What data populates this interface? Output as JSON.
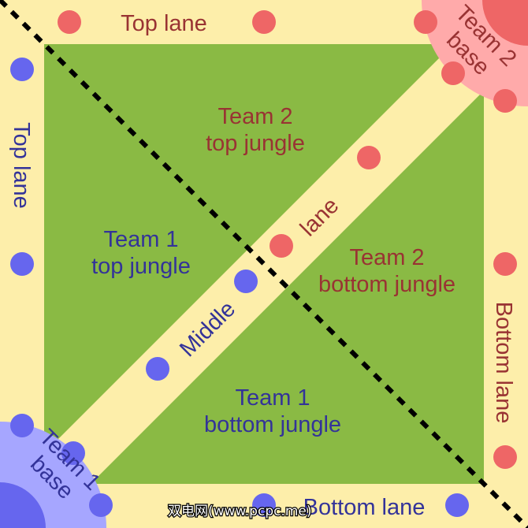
{
  "colors": {
    "lane": "#fdeeaa",
    "jungle": "#8aba44",
    "team1": "#6666ee",
    "team1_base": "#a6a6ff",
    "team2": "#ee6666",
    "team2_base": "#ffaaaa",
    "team1_text": "#333399",
    "team2_text": "#993333"
  },
  "labels": {
    "top_lane_top": "Top lane",
    "top_lane_left": "Top lane",
    "bottom_lane_right": "Bottom lane",
    "bottom_lane_bottom": "Bottom lane",
    "middle": "Middle",
    "lane": "lane",
    "team2_top_jungle": [
      "Team 2",
      "top jungle"
    ],
    "team2_bottom_jungle": [
      "Team 2",
      "bottom jungle"
    ],
    "team1_top_jungle": [
      "Team 1",
      "top jungle"
    ],
    "team1_bottom_jungle": [
      "Team 1",
      "bottom jungle"
    ],
    "team1_base": [
      "Team 1",
      "base"
    ],
    "team2_base": [
      "Team 2",
      "base"
    ]
  },
  "watermark": "双电网(www.pcpc.me)"
}
